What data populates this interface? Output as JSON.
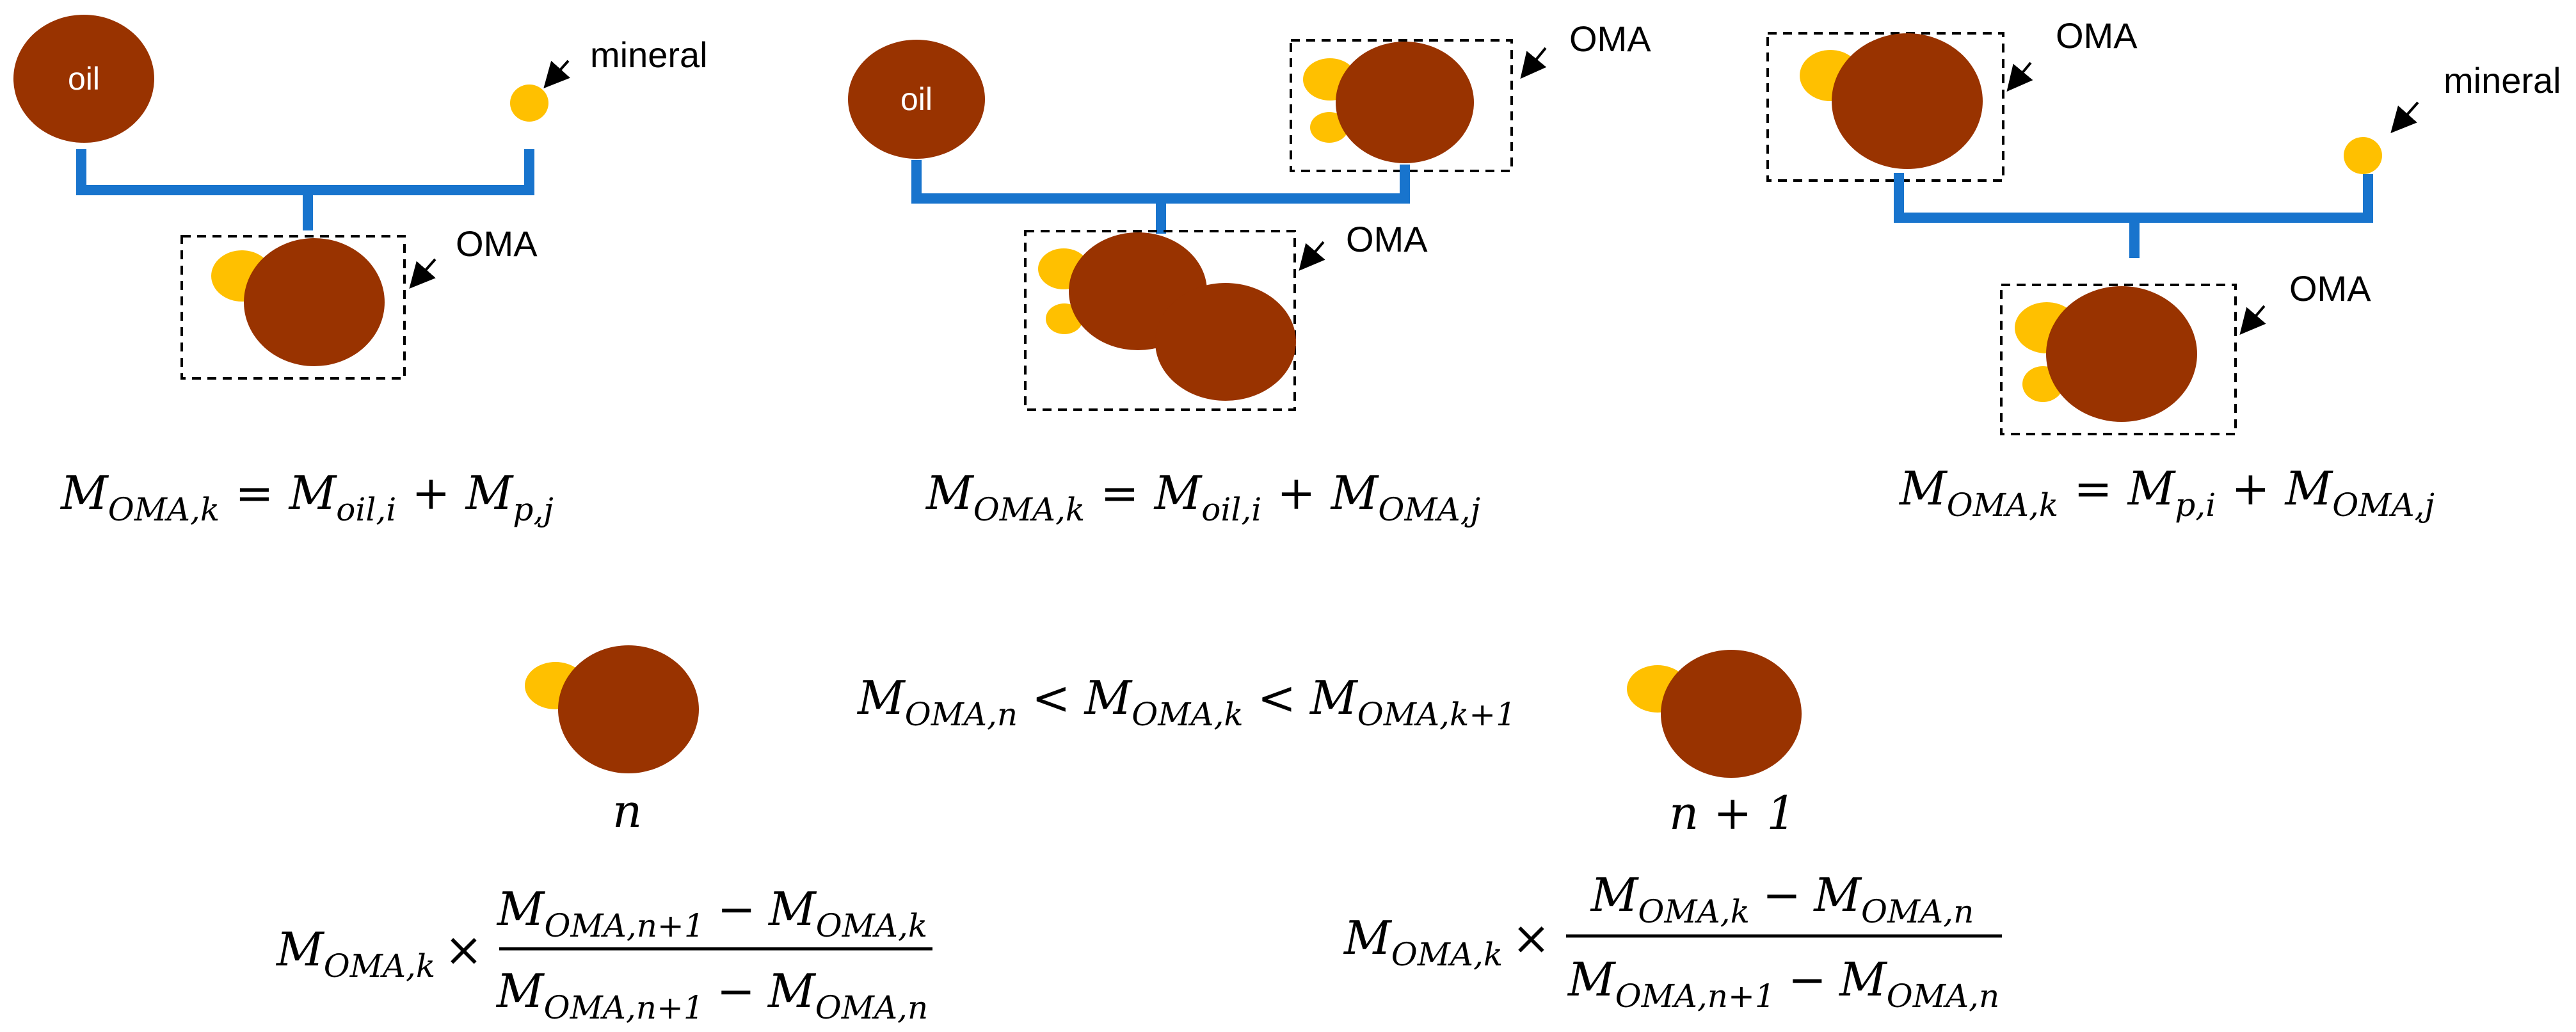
{
  "labels": {
    "oil": "oil",
    "mineral": "mineral",
    "oma": "OMA"
  },
  "equations": {
    "eq1": {
      "lhs": "M",
      "lhs_sub": "OMA,k",
      "eq": "=",
      "t1": "M",
      "t1_sub": "oil,i",
      "plus": "+",
      "t2": "M",
      "t2_sub": "p,j"
    },
    "eq2": {
      "lhs": "M",
      "lhs_sub": "OMA,k",
      "eq": "=",
      "t1": "M",
      "t1_sub": "oil,i",
      "plus": "+",
      "t2": "M",
      "t2_sub": "OMA,j"
    },
    "eq3": {
      "lhs": "M",
      "lhs_sub": "OMA,k",
      "eq": "=",
      "t1": "M",
      "t1_sub": "p,i",
      "plus": "+",
      "t2": "M",
      "t2_sub": "OMA,j"
    },
    "inequality": {
      "a": "M",
      "a_sub": "OMA,n",
      "lt1": "<",
      "b": "M",
      "b_sub": "OMA,k",
      "lt2": "<",
      "c": "M",
      "c_sub": "OMA,k+1"
    },
    "bin_left": "n",
    "bin_right": "n + 1",
    "frac_left": {
      "prefix": "M",
      "prefix_sub": "OMA,k",
      "times": "×",
      "num_a": "M",
      "num_a_sub": "OMA,n+1",
      "num_op": "−",
      "num_b": "M",
      "num_b_sub": "OMA,k",
      "den_a": "M",
      "den_a_sub": "OMA,n+1",
      "den_op": "−",
      "den_b": "M",
      "den_b_sub": "OMA,n"
    },
    "frac_right": {
      "prefix": "M",
      "prefix_sub": "OMA,k",
      "times": "×",
      "num_a": "M",
      "num_a_sub": "OMA,k",
      "num_op": "−",
      "num_b": "M",
      "num_b_sub": "OMA,n",
      "den_a": "M",
      "den_a_sub": "OMA,n+1",
      "den_op": "−",
      "den_b": "M",
      "den_b_sub": "OMA,n"
    }
  },
  "colors": {
    "oil": "#993300",
    "mineral": "#FFC000",
    "connector": "#1874CD",
    "box": "#000000"
  }
}
